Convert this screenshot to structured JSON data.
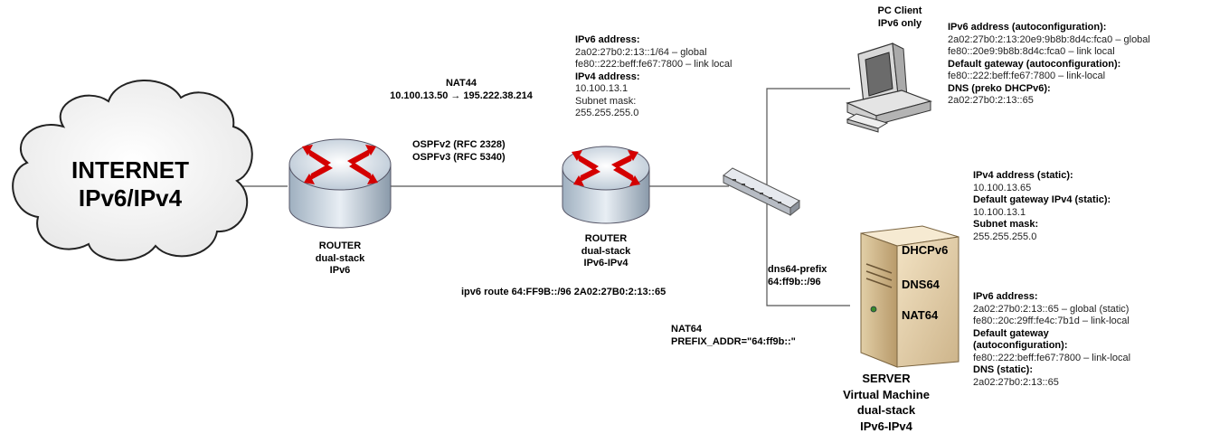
{
  "internet": {
    "line1": "INTERNET",
    "line2": "IPv6/IPv4"
  },
  "router1": {
    "line1": "ROUTER",
    "line2": "dual-stack",
    "line3": "IPv6"
  },
  "router2": {
    "line1": "ROUTER",
    "line2": "dual-stack",
    "line3": "IPv6-IPv4"
  },
  "nat44": {
    "title": "NAT44",
    "mapping": "10.100.13.50 → 195.222.38.214"
  },
  "ospf": {
    "v2": "OSPFv2 (RFC 2328)",
    "v3": "OSPFv3 (RFC 5340)"
  },
  "router2_config": {
    "ipv6_label": "IPv6 address:",
    "ipv6_global": "2a02:27b0:2:13::1/64 – global",
    "ipv6_link": "fe80::222:beff:fe67:7800 – link local",
    "ipv4_label": "IPv4 address:",
    "ipv4": "10.100.13.1",
    "mask_label": "Subnet mask:",
    "mask": "255.255.255.0"
  },
  "route": "ipv6 route 64:FF9B::/96 2A02:27B0:2:13::65",
  "pc": {
    "title1": "PC Client",
    "title2": "IPv6 only",
    "ipv6_label": "IPv6 address (autoconfiguration):",
    "ipv6_global": "2a02:27b0:2:13:20e9:9b8b:8d4c:fca0 – global",
    "ipv6_link": "fe80::20e9:9b8b:8d4c:fca0 – link local",
    "gw_label": "Default gateway (autoconfiguration):",
    "gw": "fe80::222:beff:fe67:7800 – link-local",
    "dns_label": "DNS (preko DHCPv6):",
    "dns": "2a02:27b0:2:13::65"
  },
  "server": {
    "services": [
      "DHCPv6",
      "DNS64",
      "NAT64"
    ],
    "name1": "SERVER",
    "name2": "Virtual Machine",
    "name3": "dual-stack",
    "name4": "IPv6-IPv4",
    "dns64_label": "dns64-prefix",
    "dns64_value": "64:ff9b::/96",
    "nat64_label": "NAT64",
    "nat64_value": "PREFIX_ADDR=\"64:ff9b::\"",
    "ipv4_label": "IPv4 address (static):",
    "ipv4": "10.100.13.65",
    "gw4_label": "Default gateway IPv4 (static):",
    "gw4": "10.100.13.1",
    "mask_label": "Subnet mask:",
    "mask": "255.255.255.0",
    "ipv6_label": "IPv6 address:",
    "ipv6_global": "2a02:27b0:2:13::65 – global (static)",
    "ipv6_link": "fe80::20c:29ff:fe4c:7b1d – link-local",
    "gw6_label1": "Default gateway",
    "gw6_label2": "(autoconfiguration):",
    "gw6": "fe80::222:beff:fe67:7800 – link-local",
    "dns_label": "DNS (static):",
    "dns": "2a02:27b0:2:13::65"
  }
}
